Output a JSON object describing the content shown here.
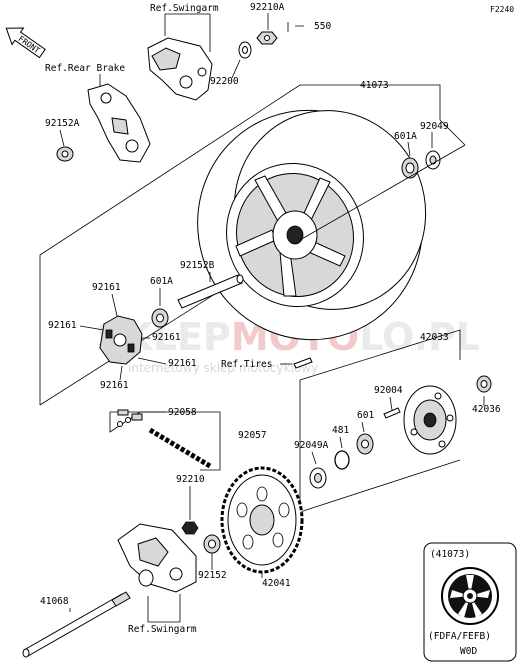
{
  "header": {
    "code": "F2240",
    "front_label": "FRONT"
  },
  "labels": {
    "ref_swingarm_top": "Ref.Swingarm",
    "p92210A": "92210A",
    "p550": "550",
    "ref_rear_brake": "Ref.Rear Brake",
    "p92200": "92200",
    "p41073": "41073",
    "p92152A": "92152A",
    "p601A_top": "601A",
    "p92049": "92049",
    "p92152B": "92152B",
    "p92161_a": "92161",
    "p601A_mid": "601A",
    "p92161_b": "92161",
    "p92161_c": "92161",
    "p92161_d": "92161",
    "p92161_e": "92161",
    "p42033": "42033",
    "ref_tires": "Ref.Tires",
    "p92004": "92004",
    "p42036": "42036",
    "p92058": "92058",
    "p601": "601",
    "p481": "481",
    "p92049A": "92049A",
    "p92057": "92057",
    "p92210": "92210",
    "p92152": "92152",
    "p42041": "42041",
    "p41068": "41068",
    "ref_swingarm_bottom": "Ref.Swingarm"
  },
  "inset": {
    "part": "(41073)",
    "variant": "(FDFA/FEFB)",
    "color_code": "W0D"
  },
  "watermark": {
    "brand_grey": "SKLEP",
    "brand_red": "MOTO",
    "brand_grey2": "LO.PL",
    "subtitle": "internetowy sklep motocyklowy"
  }
}
